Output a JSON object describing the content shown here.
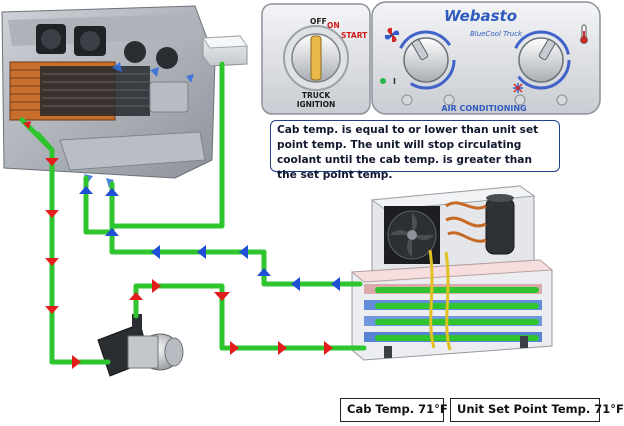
{
  "brand": {
    "logo_text": "Webasto",
    "product_name": "BlueCool Truck",
    "panel_label": "AIR CONDITIONING",
    "indicator_label": "I"
  },
  "ignition": {
    "label": "TRUCK\nIGNITION",
    "positions": [
      "OFF",
      "ON",
      "START"
    ]
  },
  "caption": {
    "text": "Cab temp. is equal to or lower than unit set point temp. The unit will stop circulating coolant until the cab temp. is greater than the set point temp."
  },
  "readouts": {
    "cab_temp_label": "Cab Temp.",
    "cab_temp_value": "71°F",
    "unit_setpoint_label": "Unit Set Point Temp.",
    "unit_setpoint_value": "71°F"
  },
  "colors": {
    "pipe": "#2ec52e",
    "arrow_supply": "#e31c1c",
    "arrow_return": "#1e4fd6",
    "caption_border": "#1d3f86",
    "accent_blue": "#2f5bbf"
  },
  "icons": [
    "fan-icon",
    "snowflake-icon",
    "thermometer-icon",
    "condenser-fan-icon"
  ]
}
